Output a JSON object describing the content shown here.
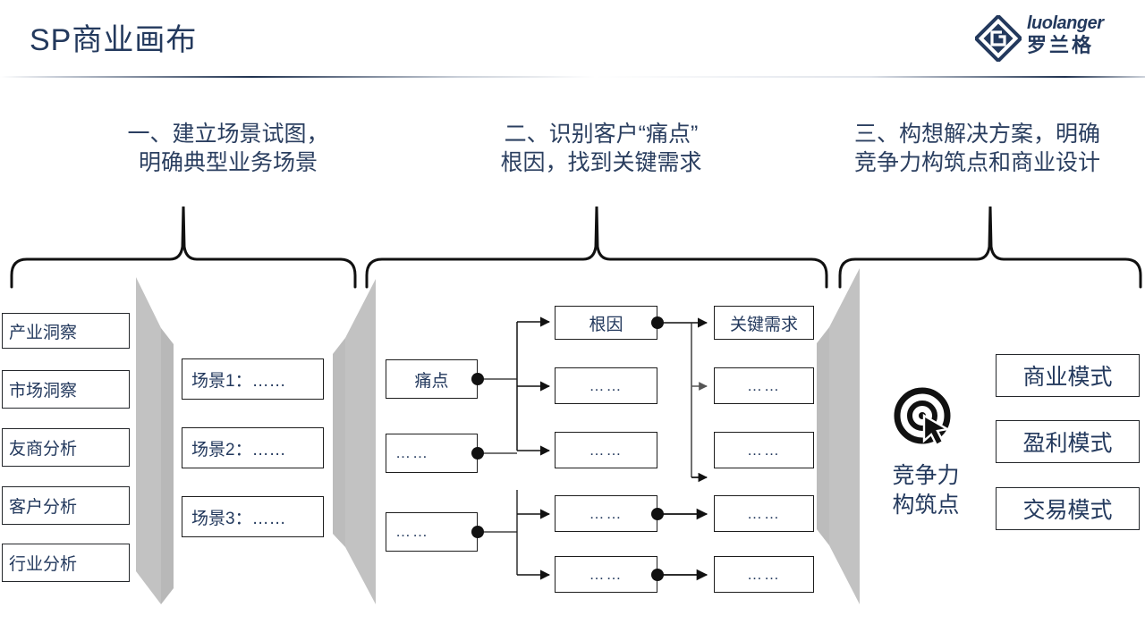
{
  "header": {
    "title": "SP商业画布",
    "logo": {
      "mark": "diamond-logo-mark",
      "english": "luolanger",
      "chinese": "罗兰格"
    }
  },
  "sections": [
    {
      "id": "section-1",
      "heading_line1": "一、建立场景试图，",
      "heading_line2": "明确典型业务场景"
    },
    {
      "id": "section-2",
      "heading_line1": "二、识别客户“痛点”",
      "heading_line2": "根因，找到关键需求"
    },
    {
      "id": "section-3",
      "heading_line1": "三、构想解决方案，明确",
      "heading_line2": "竞争力构筑点和商业设计"
    }
  ],
  "insight_column": {
    "items": [
      {
        "label": "产业洞察"
      },
      {
        "label": "市场洞察"
      },
      {
        "label": "友商分析"
      },
      {
        "label": "客户分析"
      },
      {
        "label": "行业分析"
      }
    ]
  },
  "scenario_column": {
    "items": [
      {
        "label": "场景1：……"
      },
      {
        "label": "场景2：……"
      },
      {
        "label": "场景3：……"
      }
    ]
  },
  "painpoint_flow": {
    "painpoints": [
      {
        "label": "痛点"
      },
      {
        "label": "……"
      },
      {
        "label": "……"
      }
    ],
    "root_causes": [
      {
        "label": "根因"
      },
      {
        "label": "……"
      },
      {
        "label": "……"
      },
      {
        "label": "……"
      },
      {
        "label": "……"
      }
    ],
    "key_needs": [
      {
        "label": "关键需求"
      },
      {
        "label": "……"
      },
      {
        "label": "……"
      },
      {
        "label": "……"
      },
      {
        "label": "……"
      }
    ]
  },
  "competitiveness": {
    "icon": "target-bullseye-cursor-icon",
    "label_line1": "竞争力",
    "label_line2": "构筑点"
  },
  "model_column": {
    "items": [
      {
        "label": "商业模式"
      },
      {
        "label": "盈利模式"
      },
      {
        "label": "交易模式"
      }
    ]
  },
  "colors": {
    "brand_navy": "#23395d",
    "chevron_gray": "#c0c0c0",
    "line_black": "#1d1d1d",
    "background": "#ffffff"
  }
}
